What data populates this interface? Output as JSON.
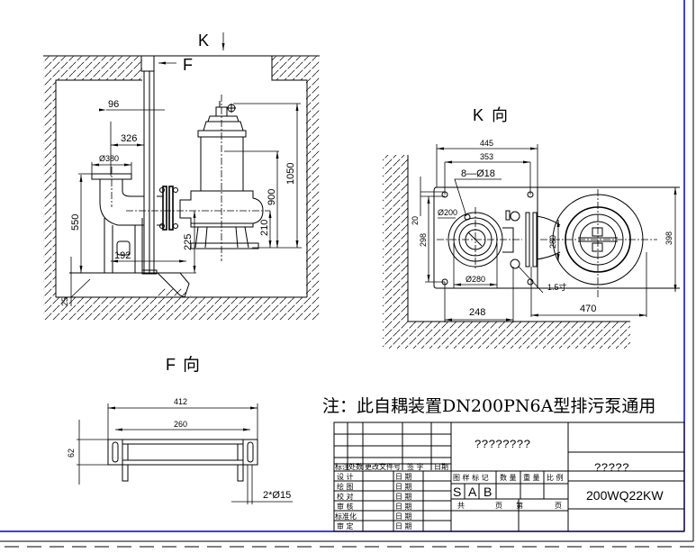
{
  "drawing": {
    "main_view": {
      "view_arrow_k": "K",
      "view_arrow_f": "F",
      "dims": {
        "d96": "96",
        "d326": "326",
        "d380": "Ø380",
        "d550": "550",
        "d192": "192",
        "d225": "225",
        "d210": "210",
        "d900": "900",
        "d1050": "1050",
        "d25": "25"
      }
    },
    "k_view": {
      "title_letter": "K",
      "title_suffix": "向",
      "dims": {
        "d445": "445",
        "d353": "353",
        "holes": "8—Ø18",
        "d200": "Ø200",
        "d20": "20",
        "d298": "298",
        "d280h": "Ø280",
        "d280v": "280",
        "d398": "398",
        "d248": "248",
        "d470": "470",
        "thread": "1.5寸"
      }
    },
    "f_view": {
      "title_letter": "F",
      "title_suffix": "向",
      "dims": {
        "d412": "412",
        "d260": "260",
        "d62": "62",
        "holes": "2*Ø15"
      }
    },
    "note": "注：此自耦装置DN200PN6A型排污泵通用",
    "title_block": {
      "revision_headers": [
        "标注",
        "处数",
        "更改文件号",
        "签 字",
        "日期"
      ],
      "sign_rows": [
        {
          "role": "设 计",
          "date_label": "日 期"
        },
        {
          "role": "绘 图",
          "date_label": "日 期"
        },
        {
          "role": "校 对",
          "date_label": "日 期"
        },
        {
          "role": "审 核",
          "date_label": "日 期"
        },
        {
          "role": "标准化",
          "date_label": "日 期"
        },
        {
          "role": "审 定",
          "date_label": "日 期"
        }
      ],
      "drawing_name": "????????",
      "attr_headers": [
        "图 样 标 记",
        "数 量",
        "重 量",
        "比 例"
      ],
      "marks": [
        "S",
        "A",
        "B"
      ],
      "sheet_total_label": "共",
      "sheet_unit_1": "页",
      "sheet_current_label": "第",
      "sheet_unit_2": "页",
      "company": "?????",
      "model": "200WQ22KW"
    },
    "colors": {
      "line": "#000000",
      "frame_blue": "#0000cc",
      "background": "#ffffff"
    }
  }
}
